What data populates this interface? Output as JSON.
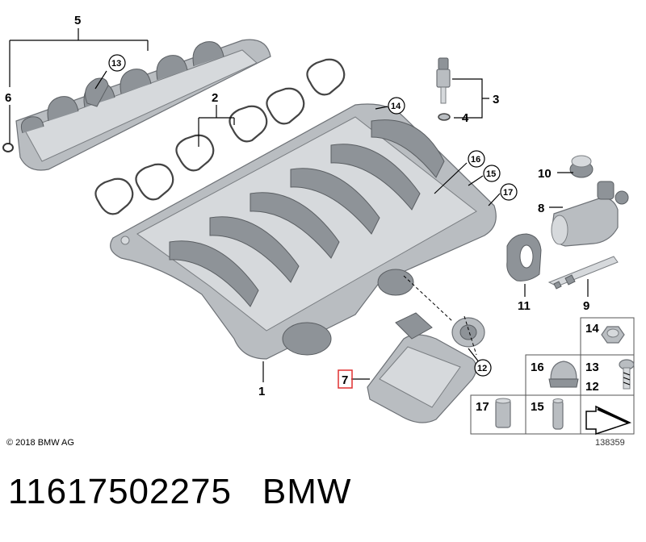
{
  "callouts": {
    "c1": "1",
    "c2": "2",
    "c3": "3",
    "c4": "4",
    "c5": "5",
    "c6": "6",
    "c7": "7",
    "c8": "8",
    "c9": "9",
    "c10": "10",
    "c11": "11",
    "c12": "12",
    "c13": "13",
    "c14": "14",
    "c15": "15",
    "c16": "16",
    "c17": "17"
  },
  "legend_grid": {
    "cells": [
      "14",
      "16",
      "13",
      "12",
      "17",
      "15"
    ]
  },
  "footer": {
    "copyright": "© 2018 BMW AG",
    "diagram_ref": "138359"
  },
  "caption": {
    "part_number": "11617502275",
    "brand": "BMW"
  },
  "highlight_color": "#e03030"
}
